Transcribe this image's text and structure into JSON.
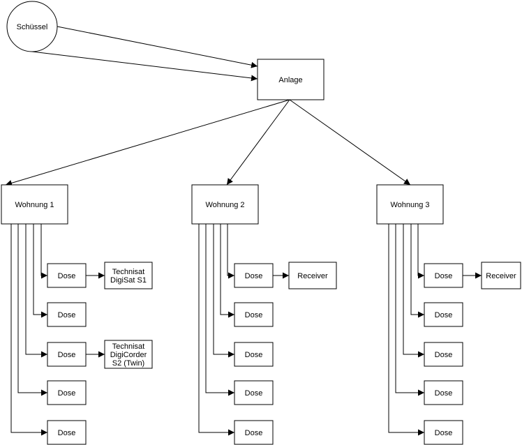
{
  "diagram": {
    "source": {
      "label": "Schüssel"
    },
    "system": {
      "label": "Anlage"
    },
    "apartments": [
      {
        "label": "Wohnung 1",
        "sockets": [
          {
            "label": "Dose",
            "device": [
              "Technisat",
              "DigiSat S1"
            ]
          },
          {
            "label": "Dose",
            "device": []
          },
          {
            "label": "Dose",
            "device": [
              "Technisat",
              "DigiCorder",
              "S2 (Twin)"
            ]
          },
          {
            "label": "Dose",
            "device": []
          },
          {
            "label": "Dose",
            "device": []
          }
        ]
      },
      {
        "label": "Wohnung 2",
        "sockets": [
          {
            "label": "Dose",
            "device": [
              "Receiver"
            ]
          },
          {
            "label": "Dose",
            "device": []
          },
          {
            "label": "Dose",
            "device": []
          },
          {
            "label": "Dose",
            "device": []
          },
          {
            "label": "Dose",
            "device": []
          }
        ]
      },
      {
        "label": "Wohnung 3",
        "sockets": [
          {
            "label": "Dose",
            "device": [
              "Receiver"
            ]
          },
          {
            "label": "Dose",
            "device": []
          },
          {
            "label": "Dose",
            "device": []
          },
          {
            "label": "Dose",
            "device": []
          },
          {
            "label": "Dose",
            "device": []
          }
        ]
      }
    ]
  }
}
